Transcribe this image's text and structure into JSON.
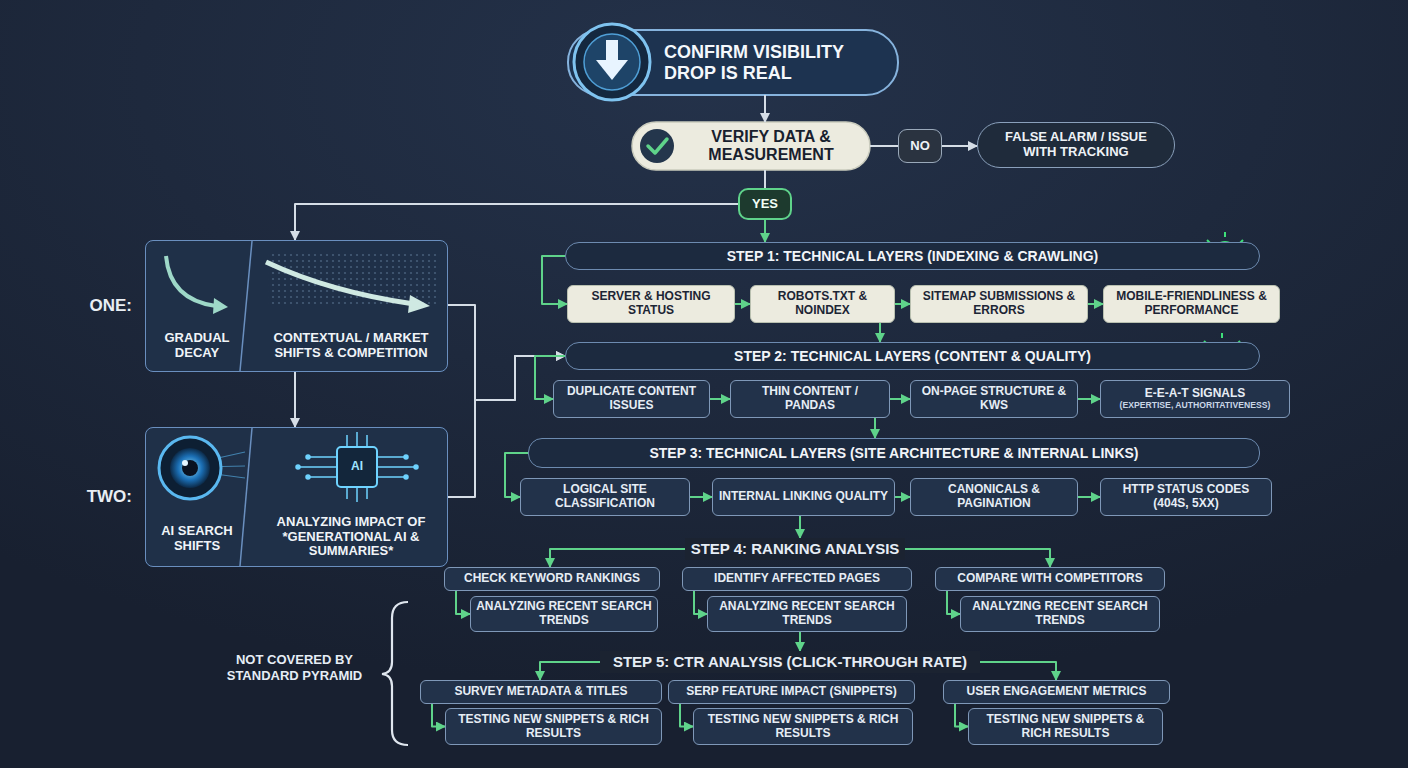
{
  "diagram": {
    "nodes": [
      {
        "text": [
          "CONFIRM VISIBILITY DROP IS REAL"
        ]
      },
      {
        "text": [
          "VERIFY DATA & MEASUREMENT"
        ]
      },
      {
        "text": [
          "NO"
        ]
      },
      {
        "text": [
          "FALSE ALARM / ISSUE WITH TRACKING"
        ]
      },
      {
        "text": [
          "YES"
        ]
      },
      {
        "text": [
          "ONE:"
        ]
      },
      {
        "text": [
          "GRADUAL DECAY"
        ],
        "in": 5
      },
      {
        "text": [
          "CONTEXTUAL / MARKET SHIFTS & COMPETITION"
        ],
        "in": 5
      },
      {
        "text": [
          "STEP 1: TECHNICAL LAYERS (INDEXING & CRAWLING)"
        ]
      },
      {
        "text": [
          "SERVER & HOSTING STATUS"
        ]
      },
      {
        "text": [
          "ROBOTS.TXT & NOINDEX"
        ]
      },
      {
        "text": [
          "SITEMAP SUBMISSIONS & ERRORS"
        ]
      },
      {
        "text": [
          "MOBILE-FRIENDLINESS & PERFORMANCE"
        ]
      },
      {
        "text": [
          "STEP 2: TECHNICAL LAYERS (CONTENT & QUALITY)"
        ]
      },
      {
        "text": [
          "DUPLICATE CONTENT ISSUES"
        ]
      },
      {
        "text": [
          "THIN CONTENT / PANDAS"
        ]
      },
      {
        "text": [
          "ON-PAGE STRUCTURE & KWS"
        ]
      },
      {
        "text": [
          "E-E-A-T SIGNALS",
          "(EXPERTISE, AUTHORITATIVENESS)"
        ]
      },
      {
        "text": [
          "TWO:"
        ]
      },
      {
        "text": [
          "AI SEARCH SHIFTS"
        ],
        "in": 18
      },
      {
        "text": [
          "ANALYZING IMPACT OF *GENERATIONAL AI & SUMMARIES*"
        ],
        "in": 18
      },
      {
        "text": [
          "STEP 3: TECHNICAL LAYERS (SITE ARCHITECTURE & INTERNAL LINKS)"
        ]
      },
      {
        "text": [
          "LOGICAL SITE CLASSIFICATION"
        ]
      },
      {
        "text": [
          "INTERNAL LINKING QUALITY"
        ]
      },
      {
        "text": [
          "CANONICALS & PAGINATION"
        ]
      },
      {
        "text": [
          "HTTP STATUS CODES (404S, 5XX)"
        ]
      },
      {
        "text": [
          "STEP 4: RANKING ANALYSIS"
        ]
      },
      {
        "text": [
          "CHECK KEYWORD RANKINGS"
        ]
      },
      {
        "text": [
          "ANALYZING RECENT SEARCH TRENDS"
        ]
      },
      {
        "text": [
          "IDENTIFY AFFECTED PAGES"
        ]
      },
      {
        "text": [
          "ANALYZING RECENT SEARCH TRENDS"
        ]
      },
      {
        "text": [
          "COMPARE WITH COMPETITORS"
        ]
      },
      {
        "text": [
          "ANALYZING RECENT SEARCH TRENDS"
        ]
      },
      {
        "text": [
          "STEP 5: CTR ANALYSIS (CLICK-THROUGH RATE)"
        ]
      },
      {
        "text": [
          "SURVEY METADATA & TITLES"
        ]
      },
      {
        "text": [
          "TESTING NEW SNIPPETS & RICH RESULTS"
        ]
      },
      {
        "text": [
          "SERP FEATURE IMPACT (SNIPPETS)"
        ]
      },
      {
        "text": [
          "TESTING NEW SNIPPETS & RICH RESULTS"
        ]
      },
      {
        "text": [
          "USER ENGAGEMENT METRICS"
        ]
      },
      {
        "text": [
          "TESTING NEW SNIPPETS & RICH RESULTS"
        ]
      }
    ],
    "edges": [
      {
        "from": 0,
        "to": 1,
        "arrow": "to"
      },
      {
        "from": 1,
        "to": 2,
        "arrow": "none"
      },
      {
        "from": 2,
        "to": 3,
        "arrow": "to"
      },
      {
        "from": 1,
        "to": 4,
        "arrow": "none"
      },
      {
        "from": 4,
        "to": 8,
        "arrow": "to"
      },
      {
        "from": 4,
        "to": 5,
        "arrow": "to"
      },
      {
        "from": 8,
        "to": 9,
        "arrow": "to"
      },
      {
        "from": 9,
        "to": 10,
        "arrow": "to"
      },
      {
        "from": 10,
        "to": 11,
        "arrow": "to"
      },
      {
        "from": 11,
        "to": 12,
        "arrow": "to"
      },
      {
        "from": 10,
        "to": 13,
        "arrow": "to"
      },
      {
        "from": 5,
        "to": 13,
        "arrow": "to"
      },
      {
        "from": 18,
        "to": 13,
        "arrow": "to"
      },
      {
        "from": 5,
        "to": 18,
        "arrow": "to"
      },
      {
        "from": 13,
        "to": 14,
        "arrow": "to"
      },
      {
        "from": 14,
        "to": 15,
        "arrow": "to"
      },
      {
        "from": 15,
        "to": 16,
        "arrow": "to"
      },
      {
        "from": 16,
        "to": 17,
        "arrow": "to"
      },
      {
        "from": 15,
        "to": 21,
        "arrow": "to"
      },
      {
        "from": 21,
        "to": 22,
        "arrow": "to"
      },
      {
        "from": 22,
        "to": 23,
        "arrow": "to"
      },
      {
        "from": 23,
        "to": 24,
        "arrow": "to"
      },
      {
        "from": 24,
        "to": 25,
        "arrow": "to"
      },
      {
        "from": 23,
        "to": 26,
        "arrow": "to"
      },
      {
        "from": 26,
        "to": 27,
        "arrow": "to"
      },
      {
        "from": 26,
        "to": 31,
        "arrow": "to"
      },
      {
        "from": 27,
        "to": 28,
        "arrow": "to"
      },
      {
        "from": 29,
        "to": 30,
        "arrow": "to"
      },
      {
        "from": 31,
        "to": 32,
        "arrow": "to"
      },
      {
        "from": 30,
        "to": 33,
        "arrow": "to"
      },
      {
        "from": 33,
        "to": 34,
        "arrow": "to"
      },
      {
        "from": 33,
        "to": 38,
        "arrow": "to"
      },
      {
        "from": 34,
        "to": 35,
        "arrow": "to"
      },
      {
        "from": 36,
        "to": 37,
        "arrow": "to"
      },
      {
        "from": 38,
        "to": 39,
        "arrow": "to"
      }
    ],
    "labels": [
      "AI",
      "NOT COVERED BY STANDARD PYRAMID"
    ]
  }
}
